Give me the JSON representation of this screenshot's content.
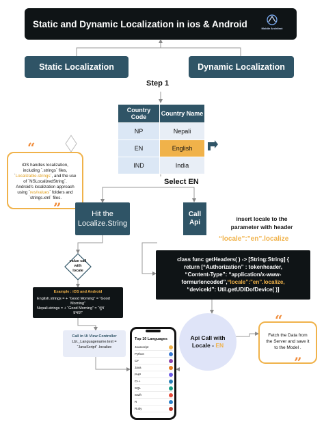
{
  "banner": {
    "title": "Static and Dynamic Localization in ios & Android",
    "logo_text": "Mobile Architect"
  },
  "static_box": "Static Localization",
  "dynamic_box": "Dynamic Localization",
  "step1": "Step 1",
  "table": {
    "headers": [
      "Country Code",
      "Country Name"
    ],
    "rows": [
      [
        "NP",
        "Nepali"
      ],
      [
        "EN",
        "English"
      ],
      [
        "IND",
        "India"
      ]
    ]
  },
  "select_en": "Select EN",
  "ios_note": {
    "line1": "iOS handles localization,",
    "line2": "including `.strings` files,",
    "line3a": "`",
    "line3b": "Localizable.strings",
    "line3c": "`, and the use",
    "line4": "of `NSLocalizedString`.",
    "line5": "Android's localization approach",
    "line6a": "using `",
    "line6b": "res/values",
    "line6c": "` folders and",
    "line7": "`strings.xml` files."
  },
  "hit_box": {
    "line1": "Hit the",
    "line2": "Localize.String"
  },
  "call_api": {
    "line1": "Call",
    "line2": "Api"
  },
  "insert_text": {
    "line1": "insert locale to the",
    "line2": "parameter with header"
  },
  "locale_expr": "“locale”:”en”.localize",
  "diamond": {
    "line1": "value call",
    "line2": "with",
    "line3": "locale"
  },
  "code": {
    "l1": "class func getHeaders( ) -> [String:String] {",
    "l2": "return [“Authorization” : tokenheader,",
    "l3": "“Content-Type”: “application/x-www-",
    "l4a": "formurlencoded”,",
    "l4b": "“locale”:”en”.localize,",
    "l5": "“deviceId”: Util.getUDIDofDevice( )]"
  },
  "example": {
    "title": "Example : iOS and Android",
    "en1": "English.strings = + “Good Morning” = “Good",
    "en2": "Morning”",
    "np1": "Nepali.strings = + “Good Morning” = “शुभ",
    "np2": "प्रभात”"
  },
  "ui_call": {
    "title": "Call in Ui View Controller",
    "l1": "Lbl._Languagename.text =",
    "l2": "“JavaScript” .localize"
  },
  "phone": {
    "title": "Top 10 Languages",
    "items": [
      "Javascript",
      "Python",
      "C#",
      "Java",
      "PHP",
      "C++",
      "SQL",
      "Swift",
      "R",
      "Ruby"
    ]
  },
  "api_circle": {
    "line1": "Api Call with",
    "line2a": "Locale - ",
    "line2b": "EN"
  },
  "fetch_note": {
    "line1": "Fetch the Data from",
    "line2": "the Server and save it",
    "line3": "to the Model ."
  },
  "colors": {
    "dark": "#0f1416",
    "teal": "#2f5466",
    "orange": "#f0b24a",
    "circle": "#dfe4f8"
  }
}
